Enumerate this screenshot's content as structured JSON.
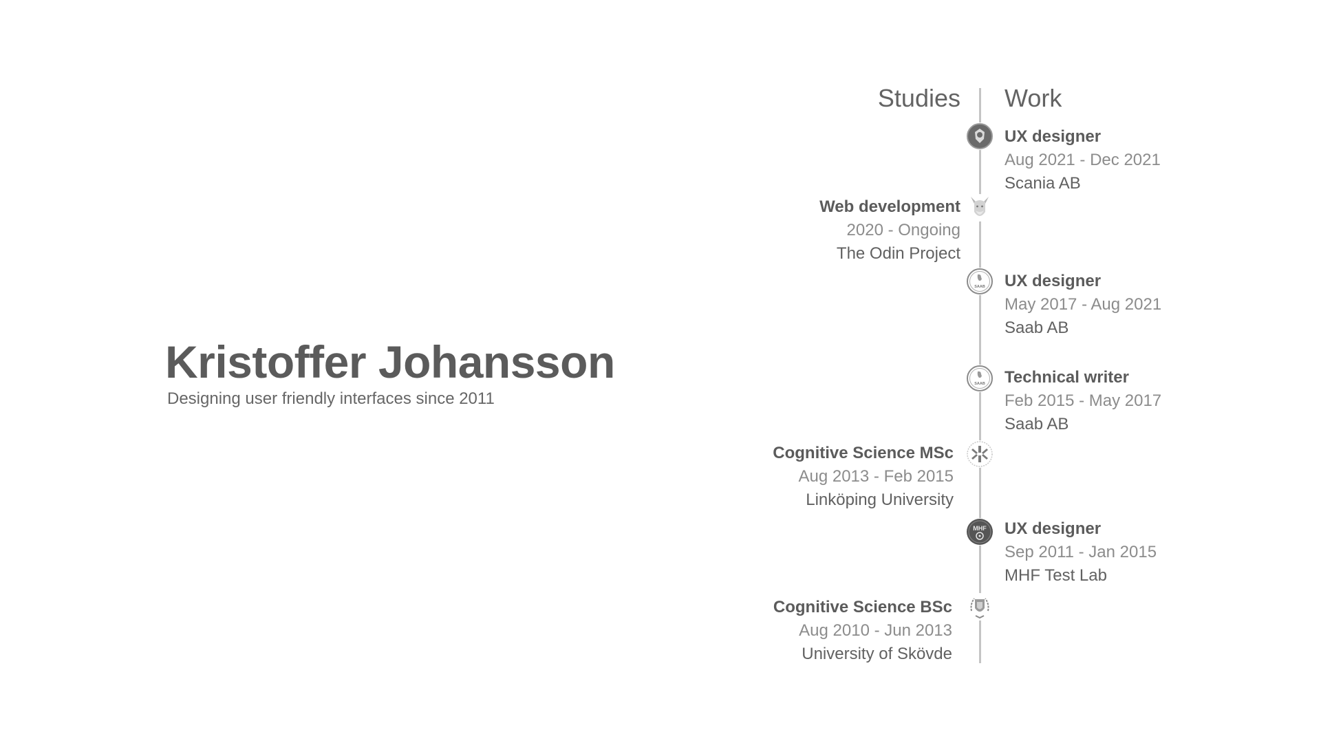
{
  "hero": {
    "name": "Kristoffer Johansson",
    "tagline": "Designing user friendly interfaces since 2011"
  },
  "timeline": {
    "studies_heading": "Studies",
    "work_heading": "Work",
    "work": [
      {
        "role": "UX designer",
        "dates": "Aug 2021 - Dec 2021",
        "org": "Scania AB",
        "icon": "scania-logo-icon"
      },
      {
        "role": "UX designer",
        "dates": "May 2017 - Aug 2021",
        "org": "Saab AB",
        "icon": "saab-logo-icon"
      },
      {
        "role": "Technical writer",
        "dates": "Feb 2015 - May 2017",
        "org": "Saab AB",
        "icon": "saab-logo-icon"
      },
      {
        "role": "UX designer",
        "dates": "Sep 2011 - Jan 2015",
        "org": "MHF Test Lab",
        "icon": "mhf-logo-icon"
      }
    ],
    "studies": [
      {
        "role": "Web development",
        "dates": "2020 - Ongoing",
        "org": "The Odin Project",
        "icon": "odin-project-logo-icon"
      },
      {
        "role": "Cognitive Science MSc",
        "dates": "Aug 2013 - Feb 2015",
        "org": "Linköping University",
        "icon": "liu-logo-icon"
      },
      {
        "role": "Cognitive Science BSc",
        "dates": "Aug 2010 - Jun 2013",
        "org": "University of Skövde",
        "icon": "skovde-logo-icon"
      }
    ],
    "logo_labels": {
      "saab": "SAAB",
      "mhf": "MHF"
    }
  },
  "colors": {
    "text": "#5b5b5b",
    "muted": "#8c8c8c",
    "line": "#c4c4c4"
  }
}
